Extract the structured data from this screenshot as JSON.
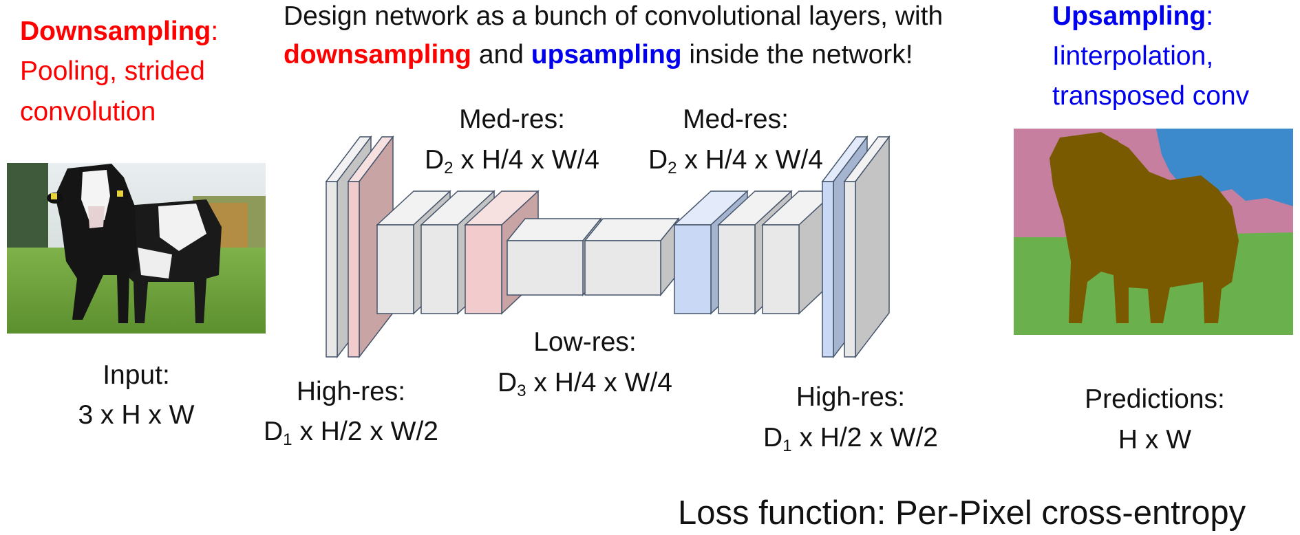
{
  "header": {
    "line1": "Design network as a bunch of convolutional layers, with",
    "line2_down": "downsampling",
    "line2_and": " and ",
    "line2_up": "upsampling",
    "line2_rest": " inside the network!"
  },
  "downsampling": {
    "title": "Downsampling",
    "colon": ":",
    "line1": "Pooling, strided",
    "line2": "convolution"
  },
  "upsampling": {
    "title": "Upsampling",
    "colon": ":",
    "line1": "Iinterpolation,",
    "line2": "transposed conv"
  },
  "input": {
    "line1": "Input:",
    "line2": "3 x H x W"
  },
  "predictions": {
    "line1": "Predictions:",
    "line2": "H x W"
  },
  "med_res_left": {
    "title": "Med-res:",
    "d": "D",
    "sub": "2",
    "dims": " x H/4 x W/4"
  },
  "med_res_right": {
    "title": "Med-res:",
    "d": "D",
    "sub": "2",
    "dims": " x H/4 x W/4"
  },
  "low_res": {
    "title": "Low-res:",
    "d": "D",
    "sub": "3",
    "dims": " x H/4 x W/4"
  },
  "high_res_left": {
    "title": "High-res:",
    "d": "D",
    "sub": "1",
    "dims": " x H/2 x W/2"
  },
  "high_res_right": {
    "title": "High-res:",
    "d": "D",
    "sub": "1",
    "dims": " x H/2 x W/2"
  },
  "loss": "Loss function: Per-Pixel cross-entropy",
  "colors": {
    "red": "#ff0000",
    "blue": "#0000ee",
    "gray_layer": "#e8e8e8",
    "pink_layer": "#f2cccc",
    "blue_layer": "#c9d9f5",
    "seg_pink": "#c77fa0",
    "seg_blue": "#3c89cc",
    "seg_green": "#6ab04c",
    "seg_cow": "#7a5a00"
  }
}
